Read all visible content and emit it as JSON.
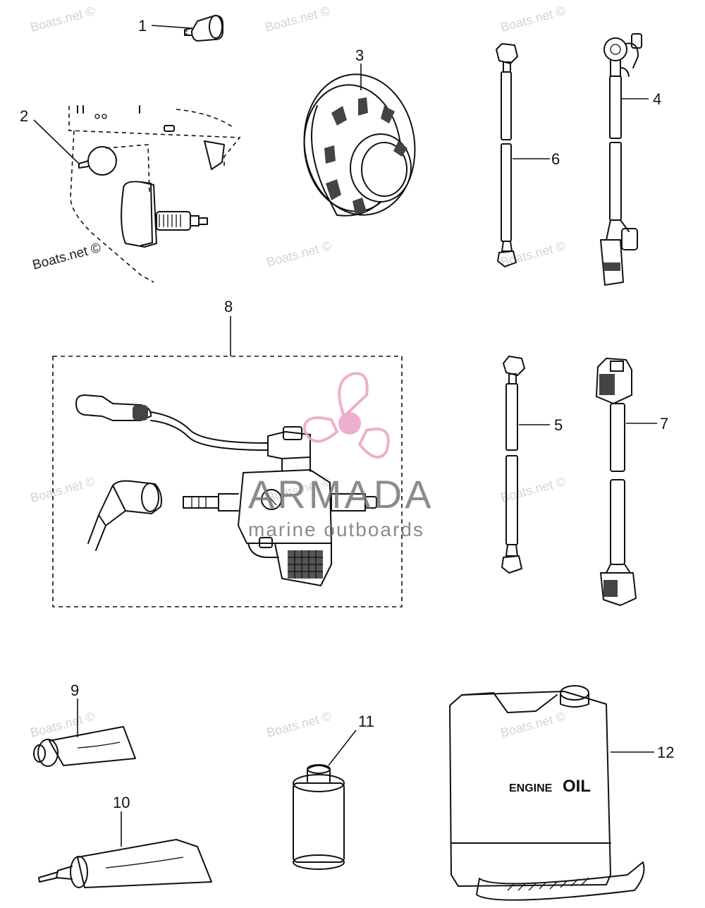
{
  "callouts": {
    "c1": "1",
    "c2": "2",
    "c3": "3",
    "c4": "4",
    "c5": "5",
    "c6": "6",
    "c7": "7",
    "c8": "8",
    "c9": "9",
    "c10": "10",
    "c11": "11",
    "c12": "12"
  },
  "watermark": {
    "text": "Boats.net ©"
  },
  "brand": {
    "name": "ARMADA",
    "tagline": "marine outboards",
    "color": "#e9a3c6"
  },
  "can_label": {
    "word1": "ENGINE",
    "word2": "OIL"
  }
}
